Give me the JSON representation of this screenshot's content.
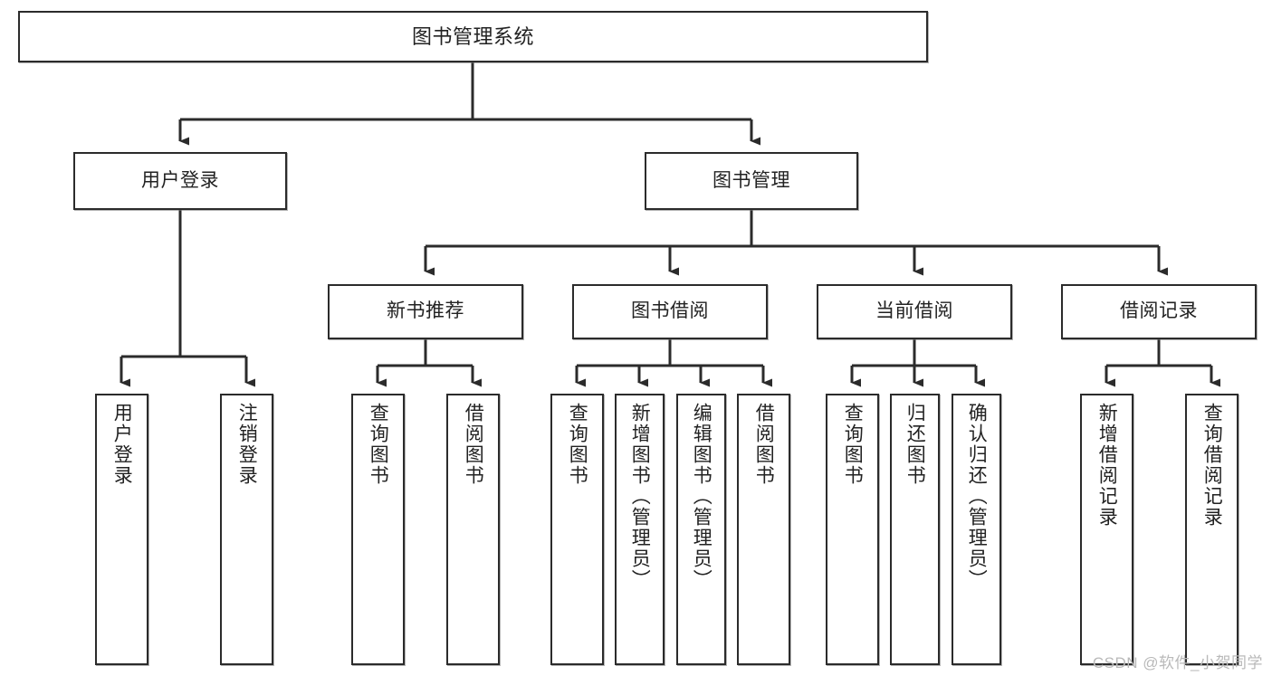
{
  "diagram": {
    "type": "tree-hierarchy",
    "title": "图书管理系统",
    "orientation": "top-down",
    "colors": {
      "box_border": "#2b2b2b",
      "box_fill": "#ffffff",
      "edge": "#2b2b2b",
      "text": "#222222",
      "watermark": "#b9b9b9"
    },
    "nodes": {
      "root": {
        "label": "图书管理系统"
      },
      "level2": [
        {
          "id": "user-login",
          "label": "用户登录"
        },
        {
          "id": "book-manage",
          "label": "图书管理"
        }
      ],
      "level3": [
        {
          "id": "new-book-recommend",
          "label": "新书推荐"
        },
        {
          "id": "book-borrow",
          "label": "图书借阅"
        },
        {
          "id": "current-borrow",
          "label": "当前借阅"
        },
        {
          "id": "borrow-record",
          "label": "借阅记录"
        }
      ],
      "leaves": {
        "user-login": [
          {
            "id": "leaf-user-login",
            "label": "用户登录"
          },
          {
            "id": "leaf-user-logout",
            "label": "注销登录"
          }
        ],
        "new-book-recommend": [
          {
            "id": "leaf-query-book-1",
            "label": "查询图书"
          },
          {
            "id": "leaf-borrow-book-1",
            "label": "借阅图书"
          }
        ],
        "book-borrow": [
          {
            "id": "leaf-query-book-2",
            "label": "查询图书"
          },
          {
            "id": "leaf-add-book",
            "label": "新增图书（管理员）"
          },
          {
            "id": "leaf-edit-book",
            "label": "编辑图书（管理员）"
          },
          {
            "id": "leaf-borrow-book-2",
            "label": "借阅图书"
          }
        ],
        "current-borrow": [
          {
            "id": "leaf-query-book-3",
            "label": "查询图书"
          },
          {
            "id": "leaf-return-book",
            "label": "归还图书"
          },
          {
            "id": "leaf-confirm-return",
            "label": "确认归还（管理员）"
          }
        ],
        "borrow-record": [
          {
            "id": "leaf-add-record",
            "label": "新增借阅记录"
          },
          {
            "id": "leaf-query-record",
            "label": "查询借阅记录"
          }
        ]
      }
    },
    "watermark": "CSDN @软件_小贺同学"
  }
}
